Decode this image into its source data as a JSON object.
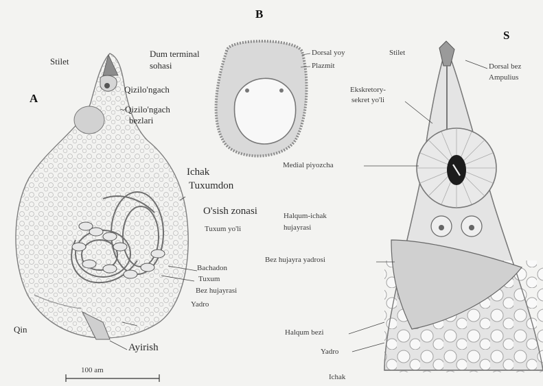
{
  "panels": {
    "a": "A",
    "b": "B",
    "c": "S"
  },
  "labels_a": {
    "stilet": "Stilet",
    "dum_terminal": "Dum terminal",
    "sohasi": "sohasi",
    "qizilongach": "Qizilo'ngach",
    "qizilongach_bezlari": "~Qizilo'ngach",
    "bezlari": "bezlari",
    "ichak": "Ichak",
    "tuxumdon": "Tuxumdon",
    "osish_zonasi": "O'sish zonasi",
    "tuxum_yoli": "Tuxum yo'li",
    "bachadon": "Bachadon",
    "tuxum": "Tuxum",
    "bez_hujayrasi": "Bez hujayrasi",
    "yadro": "Yadro",
    "qin": "Qin",
    "ayirish": "Ayirish",
    "scale": "100 am"
  },
  "labels_b": {
    "dorsal_yoy": "Dorsal yoy",
    "plazmit": "Plazmit"
  },
  "labels_c": {
    "stilet": "Stilet",
    "dorsal_bez": "Dorsal bez",
    "ampulius": "Ampulius",
    "ekskretor": "Ekskretory-",
    "sekret_yoli": "sekret yo'li",
    "medial_piyozcha": "Medial piyozcha",
    "halqum_ichak": "Halqum-ichak",
    "hujayrasi": "hujayrasi",
    "bez_hujayra_yadrosi": "Bez hujayra yadrosi",
    "halqum_bezi": "Halqum bezi",
    "yadro": "Yadro",
    "ichak": "Ichak"
  }
}
